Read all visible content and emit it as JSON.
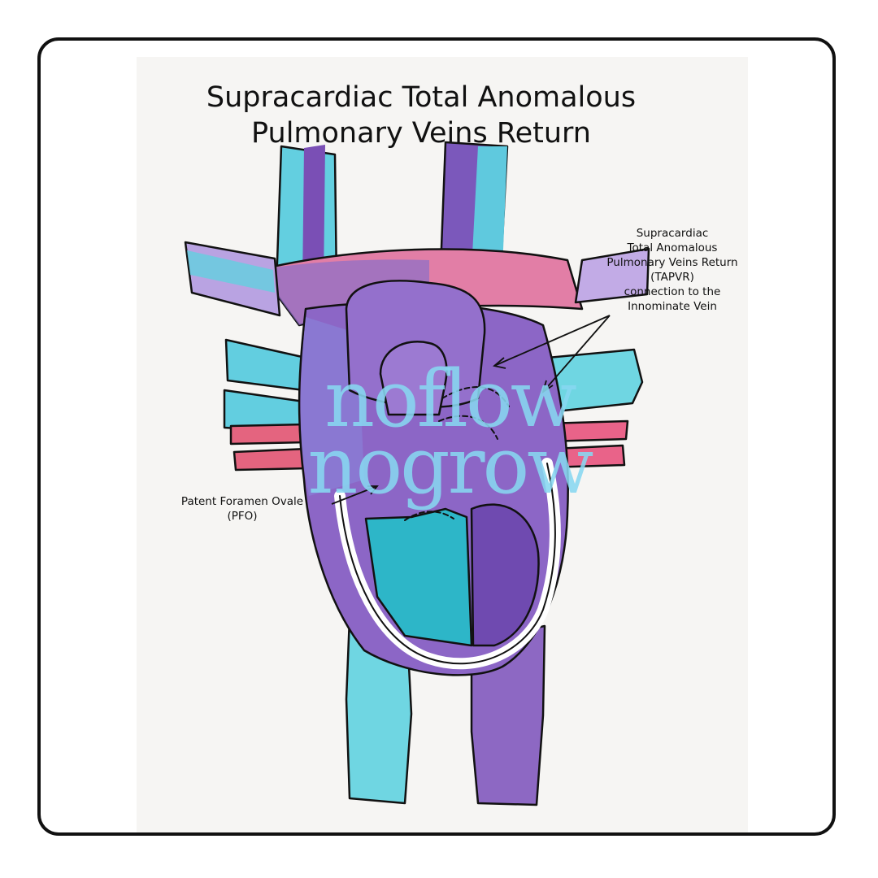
{
  "title": {
    "line1": "Supracardiac Total Anomalous",
    "line2": "Pulmonary Veins Return"
  },
  "labels": {
    "tapvr": {
      "line1": "Supracardiac",
      "line2": "Total Anomalous",
      "line3": "Pulmonary Veins Return",
      "line4": "(TAPVR)",
      "line5": "connection to the",
      "line6": "Innominate Vein"
    },
    "pfo": {
      "line1": "Patent Foramen Ovale",
      "line2": "(PFO)"
    }
  },
  "watermark": {
    "line1": "noflow",
    "line2": "nogrow"
  },
  "colors": {
    "frame_border": "#111111",
    "paper": "#f6f5f3",
    "cyan_vessel": "#5fd3e0",
    "light_cyan": "#9fe6ee",
    "purple": "#8e67c4",
    "dark_purple": "#5b3a9a",
    "lavender": "#c4a8e6",
    "pink": "#e86a95",
    "teal_chamber": "#2bb5c7",
    "watermark": "#87d7f0"
  }
}
